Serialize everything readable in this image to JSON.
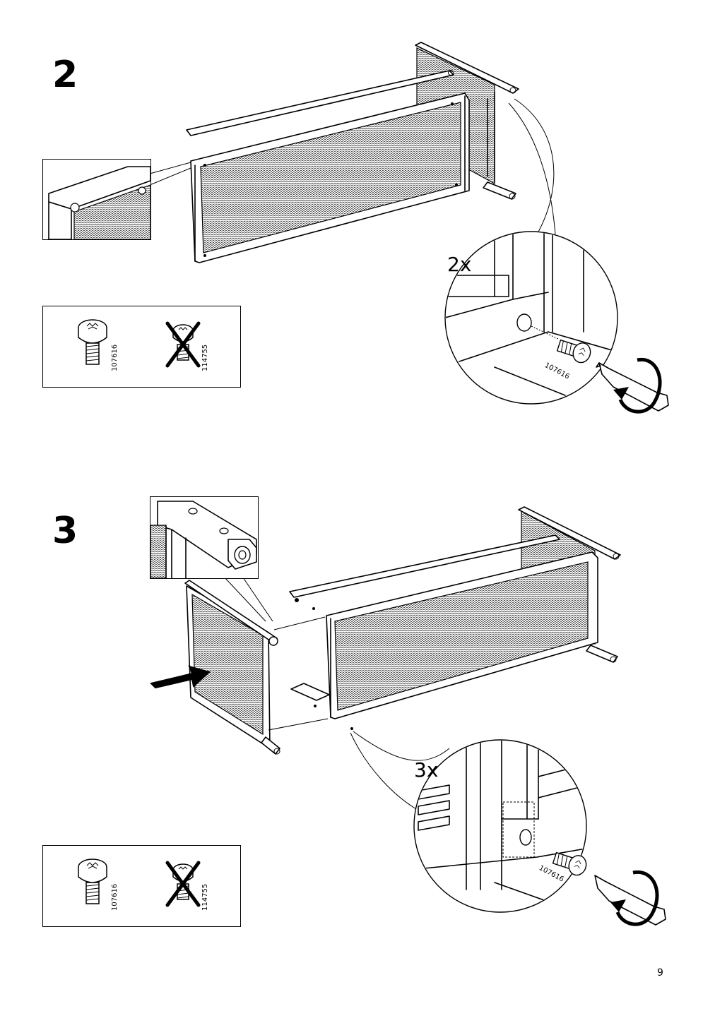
{
  "page": {
    "number": "9"
  },
  "step2": {
    "number": "2",
    "quantity": "2x",
    "screw_label": "107616",
    "hardware": {
      "correct_screw": "107616",
      "wrong_screw": "114755"
    }
  },
  "step3": {
    "number": "3",
    "quantity": "3x",
    "screw_label": "107616",
    "hardware": {
      "correct_screw": "107616",
      "wrong_screw": "114755"
    }
  }
}
